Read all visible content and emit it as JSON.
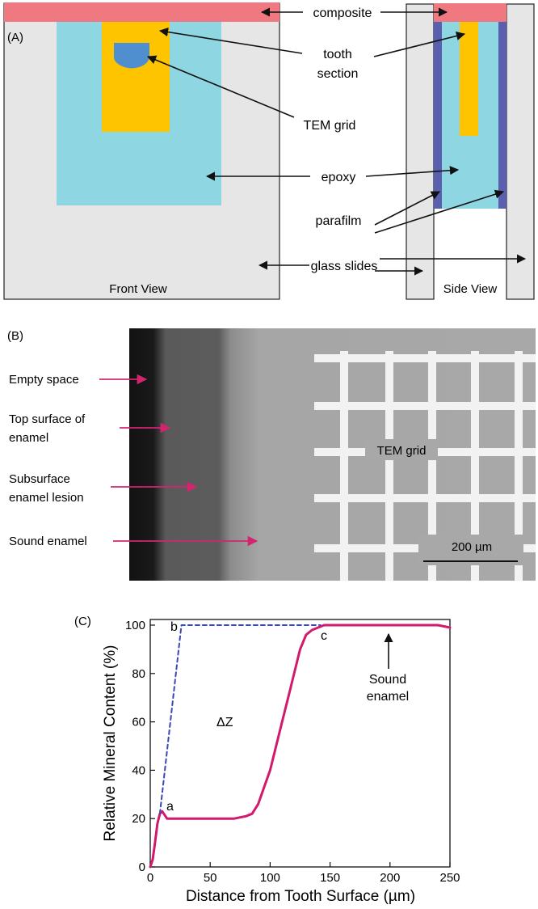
{
  "panel_a": {
    "label": "(A)",
    "callouts": {
      "composite": "composite",
      "tooth_line1": "tooth",
      "tooth_line2": "section",
      "tem_grid": "TEM grid",
      "epoxy": "epoxy",
      "parafilm": "parafilm",
      "glass_slides": "glass slides"
    },
    "front_view": "Front View",
    "side_view": "Side View",
    "colors": {
      "composite": "#f07880",
      "epoxy": "#8dd6e2",
      "tooth": "#ffc400",
      "tem_grid": "#4f8fcf",
      "parafilm": "#5b5fb0",
      "glass": "#e6e6e6"
    }
  },
  "panel_b": {
    "label": "(B)",
    "labels": {
      "empty_space": "Empty space",
      "top_surface_1": "Top surface of",
      "top_surface_2": "enamel",
      "subsurface_1": "Subsurface",
      "subsurface_2": "enamel lesion",
      "sound_enamel": "Sound enamel",
      "tem_grid": "TEM grid"
    },
    "scale_bar": "200 µm",
    "colors": {
      "arrow": "#d4246f"
    }
  },
  "panel_c": {
    "label": "(C)",
    "annotations": {
      "a": "a",
      "b": "b",
      "c": "c",
      "delta_z": "ΔZ",
      "sound_1": "Sound",
      "sound_2": "enamel"
    }
  },
  "chart_data": {
    "type": "line",
    "xlabel": "Distance from Tooth Surface (µm)",
    "ylabel": "Relative Mineral Content (%)",
    "xlim": [
      0,
      250
    ],
    "ylim": [
      0,
      100
    ],
    "xticks": [
      0,
      50,
      100,
      150,
      200,
      250
    ],
    "yticks": [
      0,
      20,
      40,
      60,
      80,
      100
    ],
    "grid": false,
    "series": [
      {
        "color": "#d11a6e",
        "style": "solid",
        "x": [
          0,
          2,
          4,
          6,
          8,
          10,
          14,
          20,
          30,
          40,
          50,
          60,
          70,
          80,
          85,
          90,
          95,
          100,
          105,
          110,
          115,
          120,
          125,
          130,
          135,
          140,
          145,
          150,
          160,
          170,
          180,
          190,
          200,
          210,
          220,
          230,
          240,
          250
        ],
        "y": [
          0,
          3,
          10,
          18,
          22,
          23,
          20,
          20,
          20,
          20,
          20,
          20,
          20,
          21,
          22,
          26,
          33,
          40,
          50,
          60,
          70,
          80,
          90,
          96,
          98,
          99,
          100,
          100,
          100,
          100,
          100,
          100,
          100,
          100,
          100,
          100,
          100,
          99
        ]
      },
      {
        "color": "#3b47b5",
        "style": "dashed",
        "x": [
          8,
          26,
          142
        ],
        "y": [
          22,
          100,
          100
        ]
      }
    ]
  }
}
